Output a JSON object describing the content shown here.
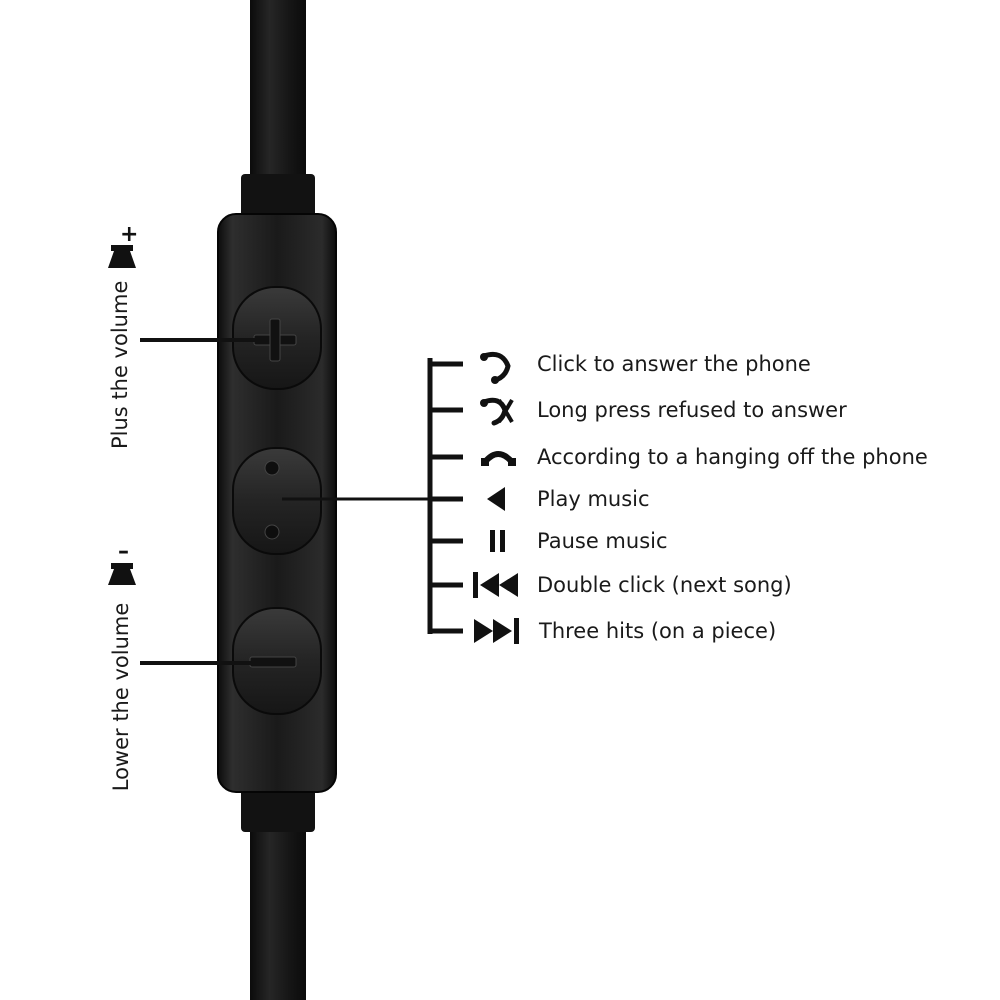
{
  "volume": {
    "plus_label": "Plus the volume",
    "plus_sign": "+",
    "minus_label": "Lower the volume",
    "minus_sign": "–"
  },
  "functions": [
    {
      "icon": "phone-answer-icon",
      "label": "Click to answer the phone"
    },
    {
      "icon": "phone-reject-icon",
      "label": "Long press refused to answer"
    },
    {
      "icon": "phone-hangup-icon",
      "label": "According to a hanging off the  phone"
    },
    {
      "icon": "play-icon",
      "label": "Play music"
    },
    {
      "icon": "pause-icon",
      "label": "Pause music"
    },
    {
      "icon": "previous-track-icon",
      "label": "Double click  (next song)"
    },
    {
      "icon": "next-track-icon",
      "label": "Three hits  (on a piece)"
    }
  ],
  "colors": {
    "cable": "#141414",
    "remote_body": "#1c1c1c",
    "button": "#262626",
    "line": "#111111"
  }
}
